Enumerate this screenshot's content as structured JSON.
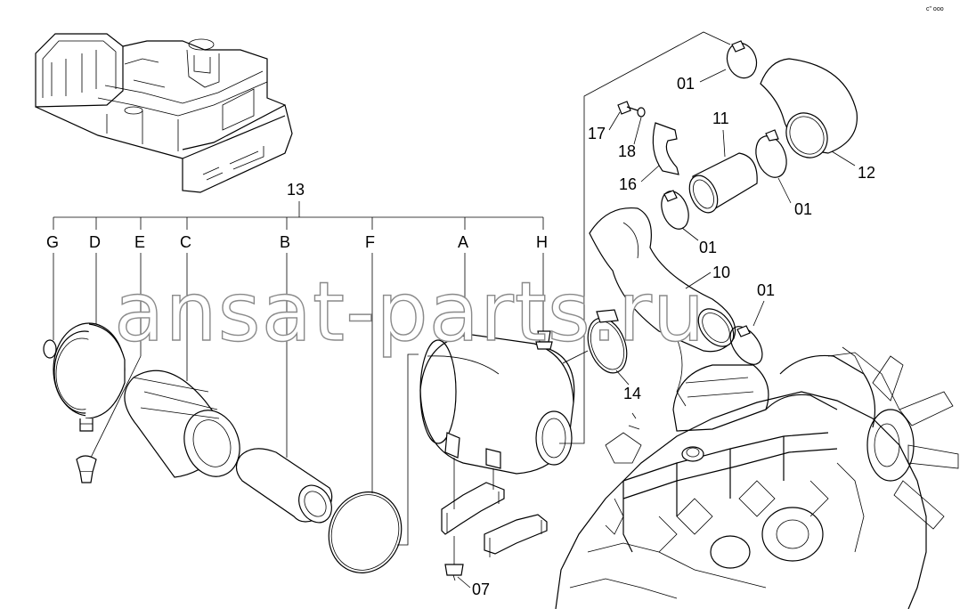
{
  "watermark": "ansat-parts.ru",
  "corner_note": "c\" ooo",
  "assembly_label": "13",
  "sub_labels": {
    "G": "G",
    "D": "D",
    "E": "E",
    "C": "C",
    "B": "B",
    "F": "F",
    "A": "A",
    "H": "H"
  },
  "callouts": {
    "c01a": "01",
    "c01b": "01",
    "c01c": "01",
    "c01d": "01",
    "c17": "17",
    "c18": "18",
    "c16": "16",
    "c11": "11",
    "c12": "12",
    "c10": "10",
    "c14": "14",
    "c07": "07"
  }
}
